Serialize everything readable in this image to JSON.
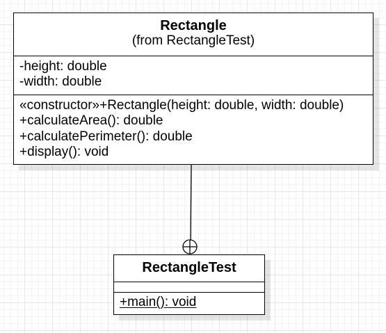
{
  "classes": {
    "rectangle": {
      "name": "Rectangle",
      "subtitle": "(from RectangleTest)",
      "attributes": [
        "-height: double",
        "-width: double"
      ],
      "methods": [
        "«constructor»+Rectangle(height: double, width: double)",
        "+calculateArea(): double",
        "+calculatePerimeter(): double",
        "+display(): void"
      ]
    },
    "rectangle_test": {
      "name": "RectangleTest",
      "attributes": [],
      "methods": [
        "+main(): void"
      ]
    }
  },
  "relationship": {
    "type": "nesting",
    "from": "RectangleTest",
    "to": "Rectangle"
  },
  "colors": {
    "stroke": "#000000",
    "fill": "#ffffff",
    "grid": "#e6e6e6"
  }
}
